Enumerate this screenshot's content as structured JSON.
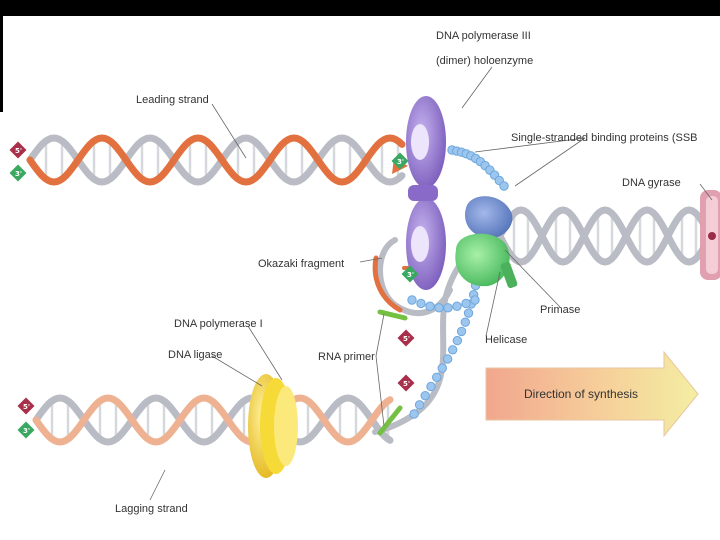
{
  "labels": {
    "pol3_line1": "DNA polymerase III",
    "pol3_line2": "(dimer) holoenzyme",
    "leading_strand": "Leading strand",
    "ssb": "Single-stranded binding proteins (SSB",
    "gyrase": "DNA gyrase",
    "okazaki": "Okazaki fragment",
    "primase": "Primase",
    "pol1": "DNA polymerase I",
    "ligase": "DNA ligase",
    "rna_primer": "RNA primer",
    "helicase": "Helicase",
    "direction": "Direction of synthesis",
    "lagging_strand": "Lagging strand"
  },
  "strand_ends": {
    "five_prime": "5'",
    "three_prime": "3'"
  },
  "colors": {
    "top_bar": "#000000",
    "backbone_grey": "#b9bcc4",
    "new_strand_orange": "#e2713f",
    "old_strand_salmon": "#eeb293",
    "polymerase_purple": "#9b7bd1",
    "helicase_green": "#6fd07c",
    "primase_blue": "#6c8ccb",
    "ssb_blue": "#9cc6ee",
    "ligase_yellow": "#f3d32c",
    "rna_primer_green": "#73c043",
    "gyrase_pink": "#e0a0b0",
    "five_prime_marker": "#a8304a",
    "three_prime_marker": "#3aa860"
  }
}
